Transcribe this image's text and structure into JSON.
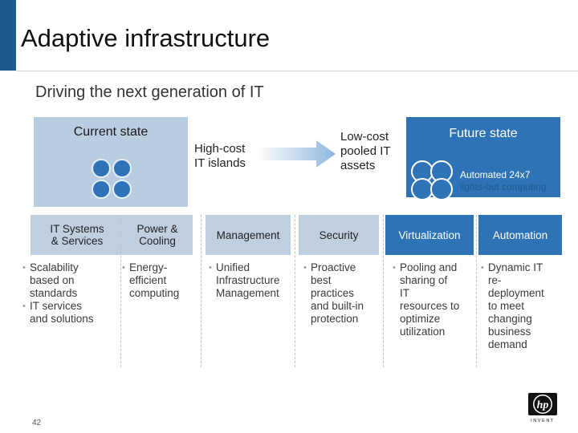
{
  "title": "Adaptive infrastructure",
  "subtitle": "Driving the next generation of IT",
  "current_state": {
    "title": "Current state",
    "label": [
      "High-cost",
      "IT islands"
    ]
  },
  "future_state": {
    "title": "Future state",
    "label": [
      "Low-cost",
      "pooled IT",
      "assets"
    ],
    "caption_line1": "Automated 24x7",
    "caption_line2": "lights-out computing"
  },
  "columns": [
    {
      "header": [
        "IT Systems",
        "& Services"
      ],
      "bullets": [
        [
          "Scalability",
          "based on",
          "standards"
        ],
        [
          "IT services",
          "and solutions"
        ]
      ]
    },
    {
      "header": [
        "Power &",
        "Cooling"
      ],
      "bullets": [
        [
          "Energy-",
          "efficient",
          "computing"
        ]
      ]
    },
    {
      "header": [
        "Management"
      ],
      "bullets": [
        [
          "Unified",
          "Infrastructure",
          "Management"
        ]
      ]
    },
    {
      "header": [
        "Security"
      ],
      "bullets": [
        [
          "Proactive",
          "best",
          "practices",
          "and built-in",
          "protection"
        ]
      ]
    },
    {
      "header": [
        "Virtualization"
      ],
      "bullets": [
        [
          "Pooling and",
          "sharing of",
          "IT",
          "resources to",
          "optimize",
          "utilization"
        ]
      ]
    },
    {
      "header": [
        "Automation"
      ],
      "bullets": [
        [
          "Dynamic IT",
          "re-",
          "deployment",
          "to meet",
          "changing",
          "business",
          "demand"
        ]
      ]
    }
  ],
  "page_number": "42",
  "logo_text": "hp",
  "logo_subtext": "INVENT",
  "colors": {
    "accent": "#1f5a8f",
    "highlight": "#2e73b5",
    "light": "#b9cde0"
  }
}
